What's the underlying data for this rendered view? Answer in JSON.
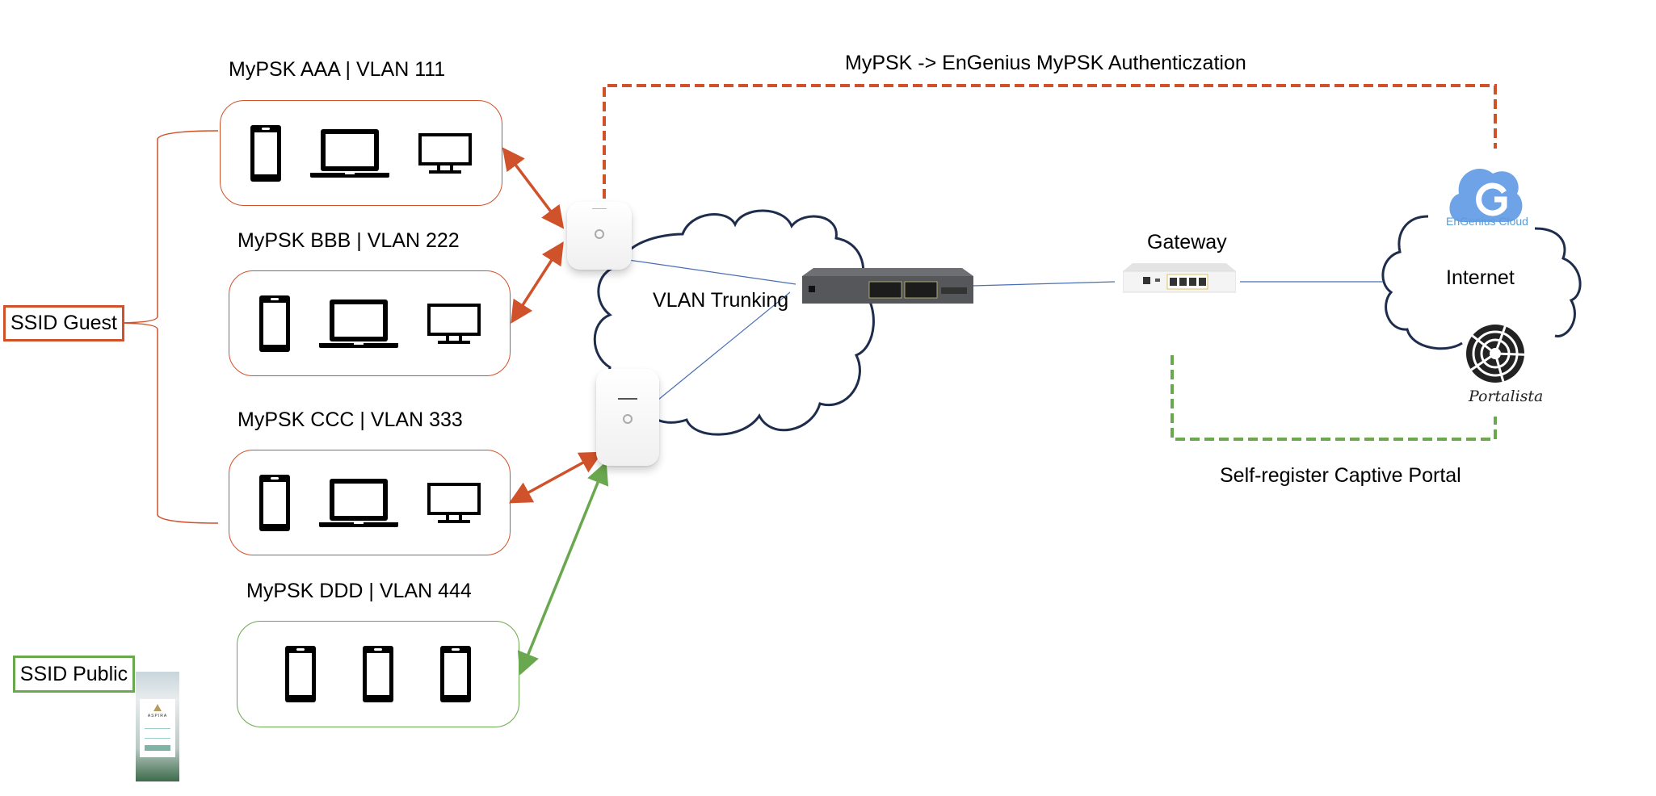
{
  "title": "MyPSK -> EnGenius MyPSK Authenticzation",
  "colors": {
    "mypsk_red": "#d0522b",
    "public_green": "#6aa84f",
    "cloud_outline": "#1f2d4d",
    "link_blue": "#4a6fb5",
    "engenius_blue": "#6fa3e8"
  },
  "ssids": [
    {
      "label": "SSID Guest",
      "color": "#d0522b"
    },
    {
      "label": "SSID Public",
      "color": "#6aa84f"
    }
  ],
  "groups": [
    {
      "label": "MyPSK AAA | VLAN 111",
      "devices": [
        "smartphone-icon",
        "laptop-icon",
        "monitor-icon"
      ],
      "ssid": "SSID Guest"
    },
    {
      "label": "MyPSK BBB | VLAN 222",
      "devices": [
        "smartphone-icon",
        "laptop-icon",
        "monitor-icon"
      ],
      "ssid": "SSID Guest"
    },
    {
      "label": "MyPSK CCC | VLAN 333",
      "devices": [
        "smartphone-icon",
        "laptop-icon",
        "monitor-icon"
      ],
      "ssid": "SSID Guest"
    },
    {
      "label": "MyPSK DDD | VLAN 444",
      "devices": [
        "smartphone-icon",
        "smartphone-icon",
        "smartphone-icon"
      ],
      "ssid": "SSID Public"
    }
  ],
  "network": {
    "trunk_label": "VLAN Trunking",
    "gateway_label": "Gateway",
    "internet_label": "Internet",
    "cloud_service_label": "EnGenius Cloud",
    "portal_brand": "Portalista",
    "captive_portal_label": "Self-register Captive Portal"
  },
  "phone_preview": {
    "brand": "ASPIRA"
  }
}
